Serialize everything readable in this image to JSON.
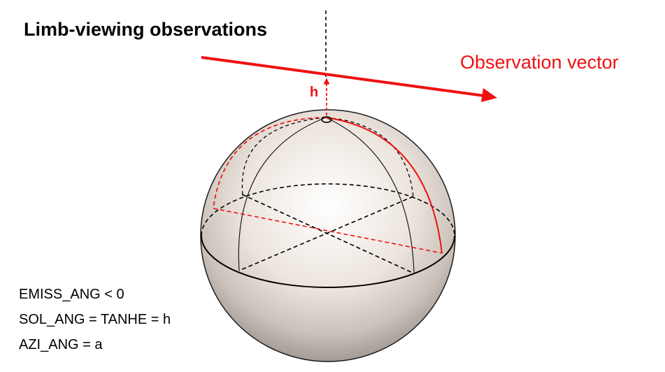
{
  "title": "Limb-viewing observations",
  "observation_vector_label": "Observation vector",
  "tangent_height_label": "h",
  "parameters": [
    "EMISS_ANG < 0",
    "SOL_ANG = TANHE = h",
    "AZI_ANG = a"
  ],
  "colors": {
    "accent": "#ee1111",
    "text": "#000000",
    "sphere_light": "#ffffff",
    "sphere_mid": "#ebe3db",
    "sphere_dark": "#a59d95"
  }
}
